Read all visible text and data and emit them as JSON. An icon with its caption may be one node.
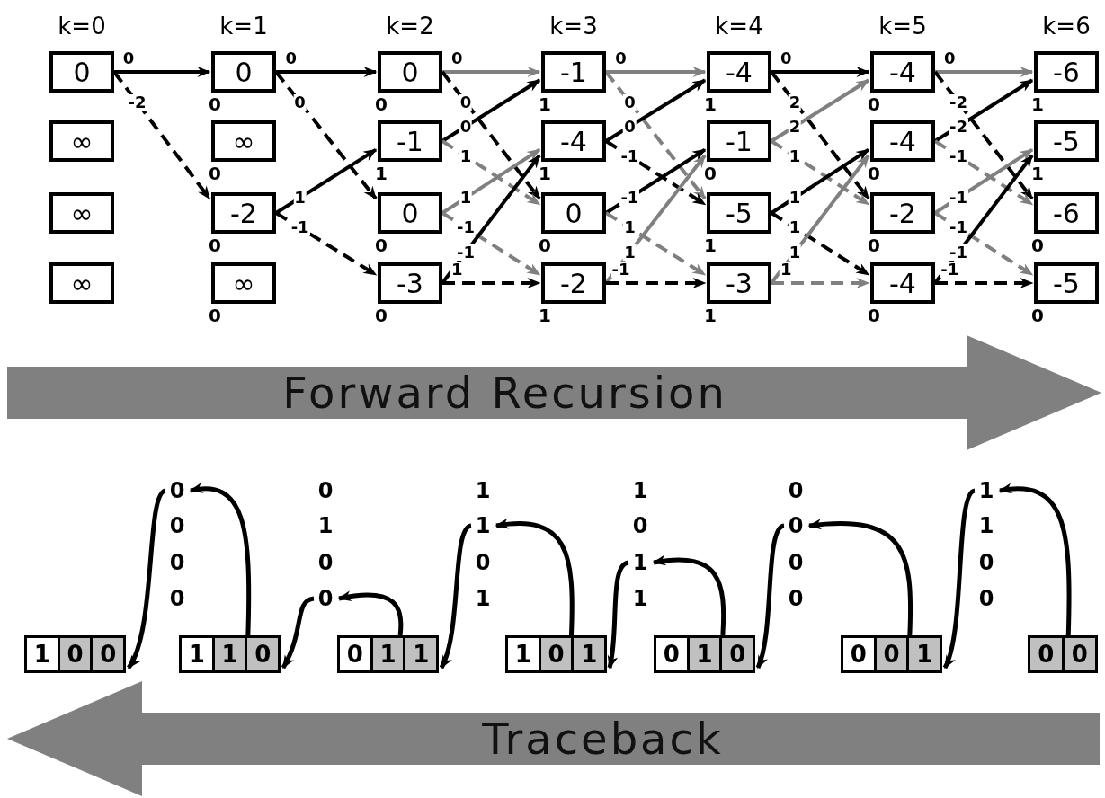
{
  "diagram": {
    "nodes": [
      {
        "text": [
          "0"
        ]
      },
      {
        "text": [
          "∞"
        ]
      },
      {
        "text": [
          "∞"
        ]
      },
      {
        "text": [
          "∞"
        ]
      },
      {
        "text": [
          "0"
        ],
        "beside": [
          "0"
        ]
      },
      {
        "text": [
          "∞"
        ],
        "beside": [
          "0"
        ]
      },
      {
        "text": [
          "-2"
        ],
        "beside": [
          "0"
        ]
      },
      {
        "text": [
          "∞"
        ],
        "beside": [
          "0"
        ]
      },
      {
        "text": [
          "0"
        ],
        "beside": [
          "0"
        ]
      },
      {
        "text": [
          "-1"
        ],
        "beside": [
          "1"
        ]
      },
      {
        "text": [
          "0"
        ],
        "beside": [
          "0"
        ]
      },
      {
        "text": [
          "-3"
        ],
        "beside": [
          "0"
        ]
      },
      {
        "text": [
          "-1"
        ],
        "beside": [
          "1"
        ]
      },
      {
        "text": [
          "-4"
        ],
        "beside": [
          "1"
        ]
      },
      {
        "text": [
          "0"
        ],
        "beside": [
          "0"
        ]
      },
      {
        "text": [
          "-2"
        ],
        "beside": [
          "1"
        ]
      },
      {
        "text": [
          "-4"
        ],
        "beside": [
          "1"
        ]
      },
      {
        "text": [
          "-1"
        ],
        "beside": [
          "0"
        ]
      },
      {
        "text": [
          "-5"
        ],
        "beside": [
          "1"
        ]
      },
      {
        "text": [
          "-3"
        ],
        "beside": [
          "1"
        ]
      },
      {
        "text": [
          "-4"
        ],
        "beside": [
          "0"
        ]
      },
      {
        "text": [
          "-4"
        ],
        "beside": [
          "0"
        ]
      },
      {
        "text": [
          "-2"
        ],
        "beside": [
          "0"
        ]
      },
      {
        "text": [
          "-4"
        ],
        "beside": [
          "0"
        ]
      },
      {
        "text": [
          "-6"
        ],
        "beside": [
          "1"
        ]
      },
      {
        "text": [
          "-5"
        ],
        "beside": [
          "1"
        ]
      },
      {
        "text": [
          "-6"
        ],
        "beside": [
          "0"
        ]
      },
      {
        "text": [
          "-5"
        ],
        "beside": [
          "0"
        ]
      },
      {
        "text": [
          "Forward Recursion"
        ]
      },
      {
        "text": [
          "0"
        ]
      },
      {
        "text": [
          "0"
        ]
      },
      {
        "text": [
          "1"
        ]
      },
      {
        "text": [
          "1"
        ]
      },
      {
        "text": [
          "0"
        ]
      },
      {
        "text": [
          "1"
        ]
      },
      {
        "text": [
          "1",
          "0",
          "0"
        ]
      },
      {
        "text": [
          "1",
          "1",
          "0"
        ]
      },
      {
        "text": [
          "0",
          "1",
          "1"
        ]
      },
      {
        "text": [
          "1",
          "0",
          "1"
        ]
      },
      {
        "text": [
          "0",
          "1",
          "0"
        ]
      },
      {
        "text": [
          "0",
          "0",
          "1"
        ]
      },
      {
        "text": [
          "0",
          "0"
        ]
      },
      {
        "text": [
          "Traceback"
        ]
      }
    ],
    "edges": [
      {
        "from": 0,
        "to": 4,
        "arrow": "to",
        "label": "0"
      },
      {
        "from": 0,
        "to": 6,
        "arrow": "to",
        "label": "-2",
        "style": "dashed"
      },
      {
        "from": 4,
        "to": 8,
        "arrow": "to",
        "label": "0"
      },
      {
        "from": 4,
        "to": 10,
        "arrow": "to",
        "label": "0",
        "style": "dashed"
      },
      {
        "from": 6,
        "to": 9,
        "arrow": "to",
        "label": "1"
      },
      {
        "from": 6,
        "to": 11,
        "arrow": "to",
        "label": "-1",
        "style": "dashed"
      },
      {
        "from": 8,
        "to": 12,
        "arrow": "to",
        "label": "0",
        "color": "#808080"
      },
      {
        "from": 8,
        "to": 14,
        "arrow": "to",
        "label": "0",
        "style": "dashed"
      },
      {
        "from": 9,
        "to": 12,
        "arrow": "to",
        "label": "0"
      },
      {
        "from": 9,
        "to": 14,
        "arrow": "to",
        "label": "1",
        "style": "dashed",
        "color": "#808080"
      },
      {
        "from": 10,
        "to": 13,
        "arrow": "to",
        "label": "1",
        "color": "#808080"
      },
      {
        "from": 10,
        "to": 15,
        "arrow": "to",
        "label": "-1",
        "style": "dashed",
        "color": "#808080"
      },
      {
        "from": 11,
        "to": 13,
        "arrow": "to",
        "label": "-1"
      },
      {
        "from": 11,
        "to": 15,
        "arrow": "to",
        "label": "1",
        "style": "dashed"
      },
      {
        "from": 12,
        "to": 16,
        "arrow": "to",
        "label": "0",
        "color": "#808080"
      },
      {
        "from": 12,
        "to": 18,
        "arrow": "to",
        "label": "0",
        "style": "dashed",
        "color": "#808080"
      },
      {
        "from": 13,
        "to": 16,
        "arrow": "to",
        "label": "0"
      },
      {
        "from": 13,
        "to": 18,
        "arrow": "to",
        "label": "-1",
        "style": "dashed"
      },
      {
        "from": 14,
        "to": 17,
        "arrow": "to",
        "label": "-1"
      },
      {
        "from": 14,
        "to": 19,
        "arrow": "to",
        "label": "1",
        "style": "dashed",
        "color": "#808080"
      },
      {
        "from": 15,
        "to": 17,
        "arrow": "to",
        "label": "1",
        "color": "#808080"
      },
      {
        "from": 15,
        "to": 19,
        "arrow": "to",
        "label": "-1",
        "style": "dashed"
      },
      {
        "from": 16,
        "to": 20,
        "arrow": "to",
        "label": "0"
      },
      {
        "from": 16,
        "to": 22,
        "arrow": "to",
        "label": "2",
        "style": "dashed"
      },
      {
        "from": 17,
        "to": 20,
        "arrow": "to",
        "label": "2",
        "color": "#808080"
      },
      {
        "from": 17,
        "to": 22,
        "arrow": "to",
        "label": "1",
        "style": "dashed",
        "color": "#808080"
      },
      {
        "from": 18,
        "to": 21,
        "arrow": "to",
        "label": "1"
      },
      {
        "from": 18,
        "to": 23,
        "arrow": "to",
        "label": "1",
        "style": "dashed"
      },
      {
        "from": 19,
        "to": 21,
        "arrow": "to",
        "label": "1",
        "color": "#808080"
      },
      {
        "from": 19,
        "to": 23,
        "arrow": "to",
        "label": "1",
        "style": "dashed",
        "color": "#808080"
      },
      {
        "from": 20,
        "to": 24,
        "arrow": "to",
        "label": "0",
        "color": "#808080"
      },
      {
        "from": 20,
        "to": 26,
        "arrow": "to",
        "label": "-2",
        "style": "dashed"
      },
      {
        "from": 21,
        "to": 24,
        "arrow": "to",
        "label": "-2"
      },
      {
        "from": 21,
        "to": 26,
        "arrow": "to",
        "label": "-1",
        "style": "dashed",
        "color": "#808080"
      },
      {
        "from": 22,
        "to": 25,
        "arrow": "to",
        "label": "-1",
        "color": "#808080"
      },
      {
        "from": 22,
        "to": 27,
        "arrow": "to",
        "label": "-1",
        "style": "dashed",
        "color": "#808080"
      },
      {
        "from": 23,
        "to": 25,
        "arrow": "to",
        "label": "-1"
      },
      {
        "from": 23,
        "to": 27,
        "arrow": "to",
        "label": "-1",
        "style": "dashed"
      },
      {
        "from": 41,
        "to": 34,
        "arrow": "to"
      },
      {
        "from": 34,
        "to": 40,
        "arrow": "to"
      },
      {
        "from": 40,
        "to": 33,
        "arrow": "to"
      },
      {
        "from": 33,
        "to": 39,
        "arrow": "to"
      },
      {
        "from": 39,
        "to": 32,
        "arrow": "to"
      },
      {
        "from": 32,
        "to": 38,
        "arrow": "to"
      },
      {
        "from": 38,
        "to": 31,
        "arrow": "to"
      },
      {
        "from": 31,
        "to": 37,
        "arrow": "to"
      },
      {
        "from": 37,
        "to": 30,
        "arrow": "to"
      },
      {
        "from": 30,
        "to": 36,
        "arrow": "to"
      },
      {
        "from": 36,
        "to": 29,
        "arrow": "to"
      },
      {
        "from": 29,
        "to": 35,
        "arrow": "to"
      }
    ],
    "labels": [
      "k=0",
      "k=1",
      "k=2",
      "k=3",
      "k=4",
      "k=5",
      "k=6",
      "0",
      "1",
      "1",
      "0",
      "0",
      "1",
      "0",
      "1",
      "0",
      "0",
      "0",
      "0",
      "0",
      "0",
      "1",
      "1",
      "0",
      "0"
    ]
  }
}
